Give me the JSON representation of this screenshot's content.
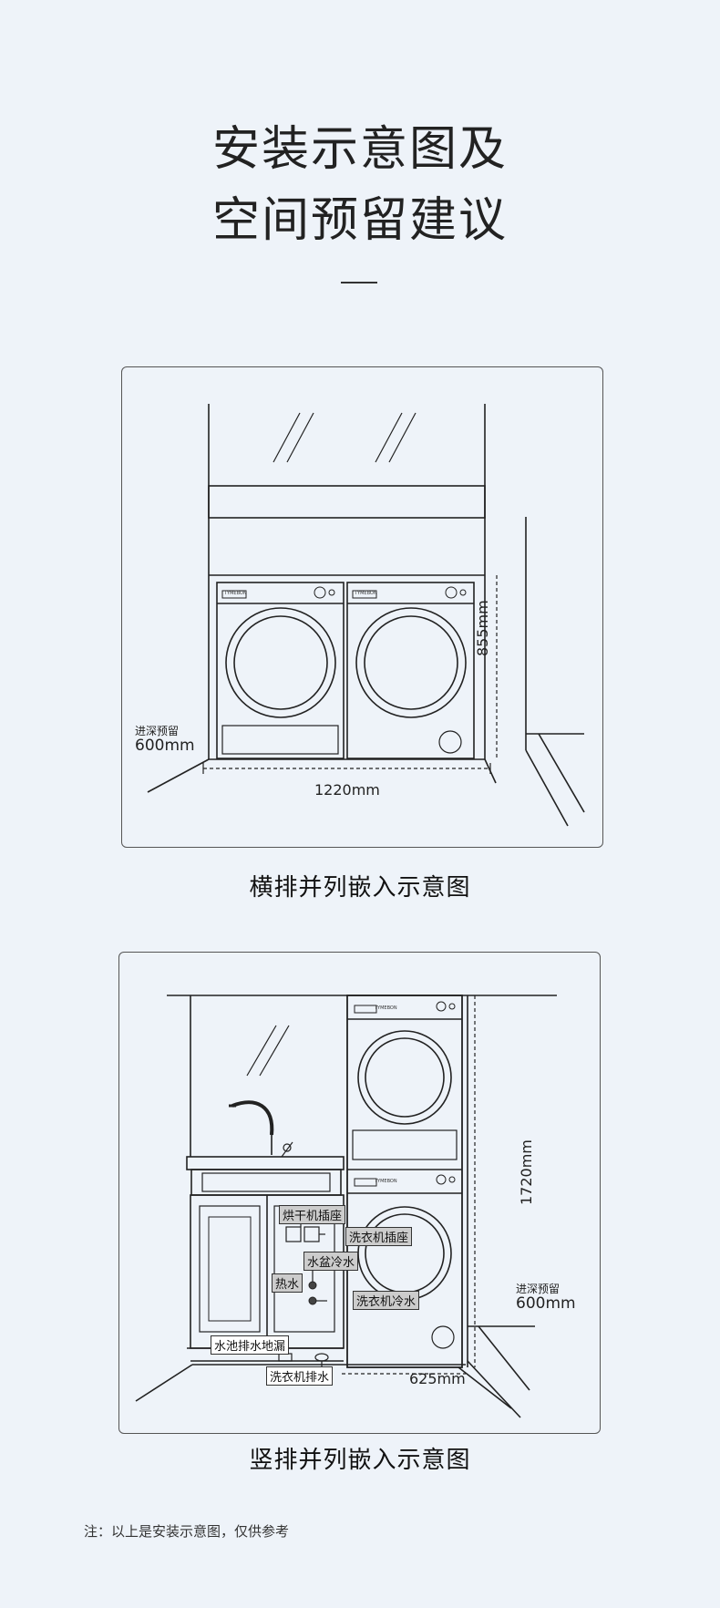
{
  "title": {
    "line1": "安装示意图及",
    "line2": "空间预留建议"
  },
  "diagram1": {
    "caption": "横排并列嵌入示意图",
    "depth_label": "进深预留",
    "depth_value": "600mm",
    "width_value": "1220mm",
    "height_value": "855mm",
    "brand": "TYMEBON"
  },
  "diagram2": {
    "caption": "竖排并列嵌入示意图",
    "depth_label": "进深预留",
    "depth_value": "600mm",
    "width_value": "625mm",
    "height_value": "1720mm",
    "labels": {
      "dryer_socket": "烘干机插座",
      "washer_socket": "洗衣机插座",
      "sink_cold": "水盆冷水",
      "hot_water": "热水",
      "washer_cold": "洗衣机冷水",
      "sink_drain": "水池排水地漏",
      "washer_drain": "洗衣机排水"
    }
  },
  "note": "注：以上是安装示意图，仅供参考"
}
